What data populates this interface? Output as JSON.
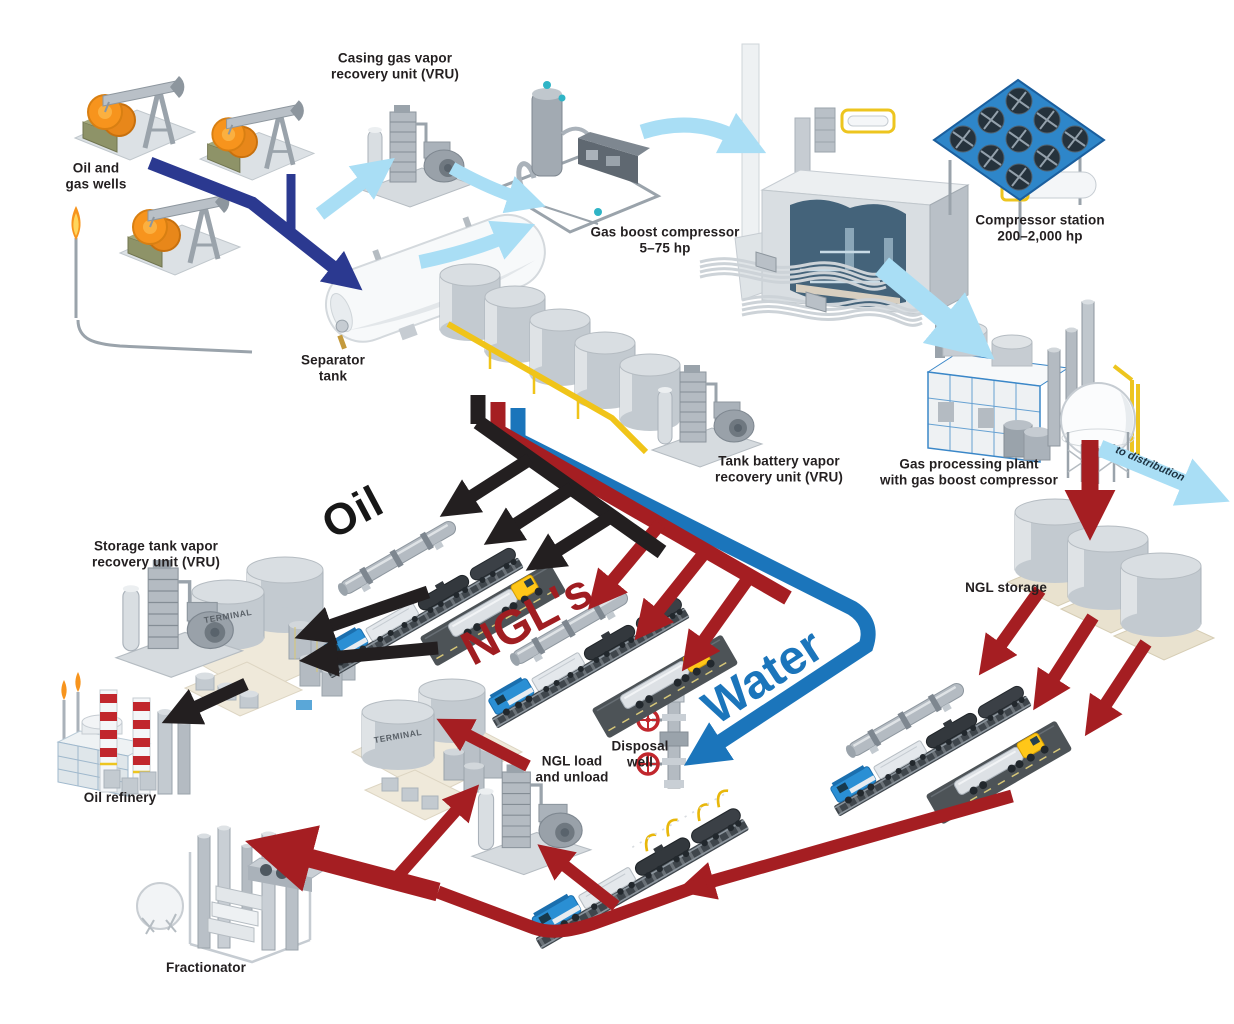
{
  "diagram": {
    "labels": {
      "oil_gas_wells": "Oil and\ngas wells",
      "casing_vru": "Casing gas vapor\nrecovery unit (VRU)",
      "gas_boost_compressor": "Gas boost compressor\n5–75 hp",
      "compressor_station": "Compressor station\n200–2,000 hp",
      "separator_tank": "Separator\ntank",
      "tank_battery_vru": "Tank battery vapor\nrecovery unit (VRU)",
      "gas_processing_plant": "Gas processing plant\nwith gas boost compressor",
      "to_distribution": "to distribution",
      "ngl_storage": "NGL storage",
      "storage_tank_vru": "Storage tank vapor\nrecovery unit (VRU)",
      "oil_refinery": "Oil refinery",
      "ngl_load_unload": "NGL load\nand unload",
      "disposal_well": "Disposal\nwell",
      "fractionator": "Fractionator",
      "terminal_sign": "TERMINAL"
    },
    "flow_labels": {
      "oil": "Oil",
      "ngls": "NGL's",
      "water": "Water"
    },
    "flow_colors": {
      "casing_gas_light_blue": "#a9def5",
      "well_stream_navy": "#2b3990",
      "oil_black": "#231f20",
      "ngl_red": "#a51e22",
      "water_blue": "#1b75bb",
      "condensate_yellow": "#f0c419"
    }
  }
}
